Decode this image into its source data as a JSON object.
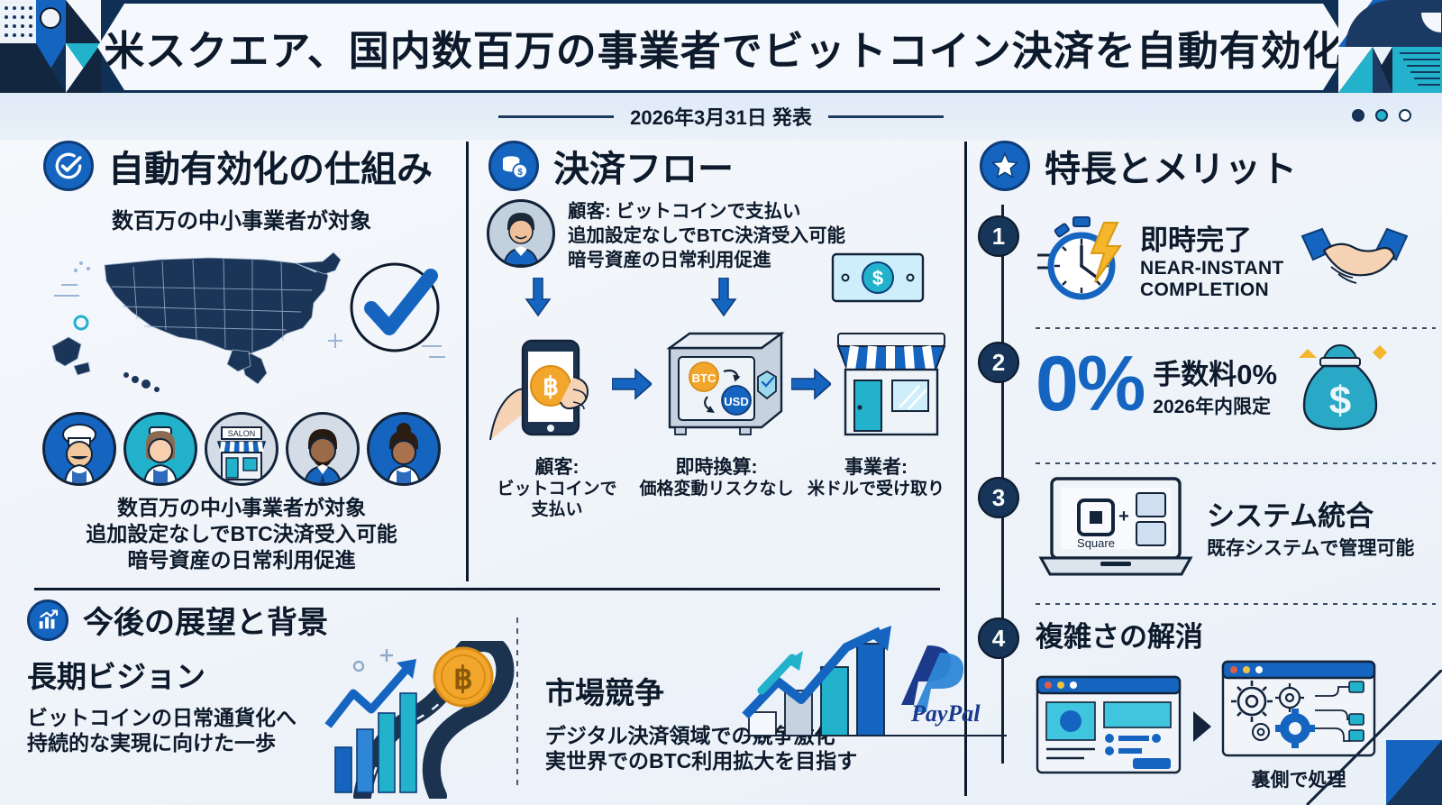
{
  "header": {
    "title": "米スクエア、国内数百万の事業者でビットコイン決済を自動有効化",
    "date": "2026年3月31日 発表"
  },
  "left_panel": {
    "icon": "check-circle-icon",
    "title": "自動有効化の仕組み",
    "subtitle": "数百万の中小事業者が対象",
    "map_label": "united-states-map",
    "avatars": [
      "chef-avatar",
      "cafe-worker-avatar",
      "salon-storefront-icon",
      "businessman-avatar",
      "shop-owner-avatar"
    ],
    "storefront_sign": "SALON",
    "lines": [
      "数百万の中小事業者が対象",
      "追加設定なしでBTC決済受入可能",
      "暗号資産の日常利用促進"
    ]
  },
  "flow_panel": {
    "icon": "coins-dollar-icon",
    "title": "決済フロー",
    "customer_lines": [
      "顧客: ビットコインで支払い",
      "追加設定なしでBTC決済受入可能",
      "暗号資産の日常利用促進"
    ],
    "steps": [
      {
        "icon": "phone-bitcoin-icon",
        "title": "顧客:",
        "sub1": "ビットコインで",
        "sub2": "支払い"
      },
      {
        "icon": "safe-exchange-icon",
        "title": "即時換算:",
        "sub1": "価格変動リスクなし",
        "sub2": ""
      },
      {
        "icon": "storefront-dollar-icon",
        "title": "事業者:",
        "sub1": "米ドルで受け取り",
        "sub2": ""
      }
    ],
    "safe_labels": {
      "btc": "BTC",
      "usd": "USD"
    }
  },
  "outlook_panel": {
    "icon": "chart-growth-icon",
    "title": "今後の展望と背景",
    "heading": "長期ビジョン",
    "lines": [
      "ビットコインの日常通貨化へ",
      "持続的な実現に向けた一歩"
    ]
  },
  "market_panel": {
    "heading": "市場競争",
    "lines": [
      "デジタル決済領域での競争激化",
      "実世界でのBTC利用拡大を目指す"
    ],
    "logo": "paypal-logo",
    "logo_text": "PayPal"
  },
  "benefits_panel": {
    "icon": "star-circle-icon",
    "title": "特長とメリット",
    "items": [
      {
        "num": "1",
        "icon": "stopwatch-lightning-icon",
        "title": "即時完了",
        "sub": "NEAR-INSTANT\nCOMPLETION",
        "sub_line1": "NEAR-INSTANT",
        "sub_line2": "COMPLETION",
        "right_icon": "handshake-icon"
      },
      {
        "num": "2",
        "icon": "zero-percent-icon",
        "big": "0%",
        "title": "手数料0%",
        "sub_line1": "2026年内限定",
        "right_icon": "money-bag-icon"
      },
      {
        "num": "3",
        "icon": "laptop-square-icon",
        "title": "システム統合",
        "sub_line1": "既存システムで管理可能",
        "laptop_label": "Square",
        "plus": "+"
      },
      {
        "num": "4",
        "icon": "browser-gears-icon",
        "title": "複雑さの解消",
        "sub_line1": "裏側で処理"
      }
    ]
  },
  "colors": {
    "brand_blue": "#1565c0",
    "deep_navy": "#12233a",
    "cyan": "#22b2cc",
    "bitcoin_orange": "#f2a62c",
    "background": "#f2f6fb"
  }
}
